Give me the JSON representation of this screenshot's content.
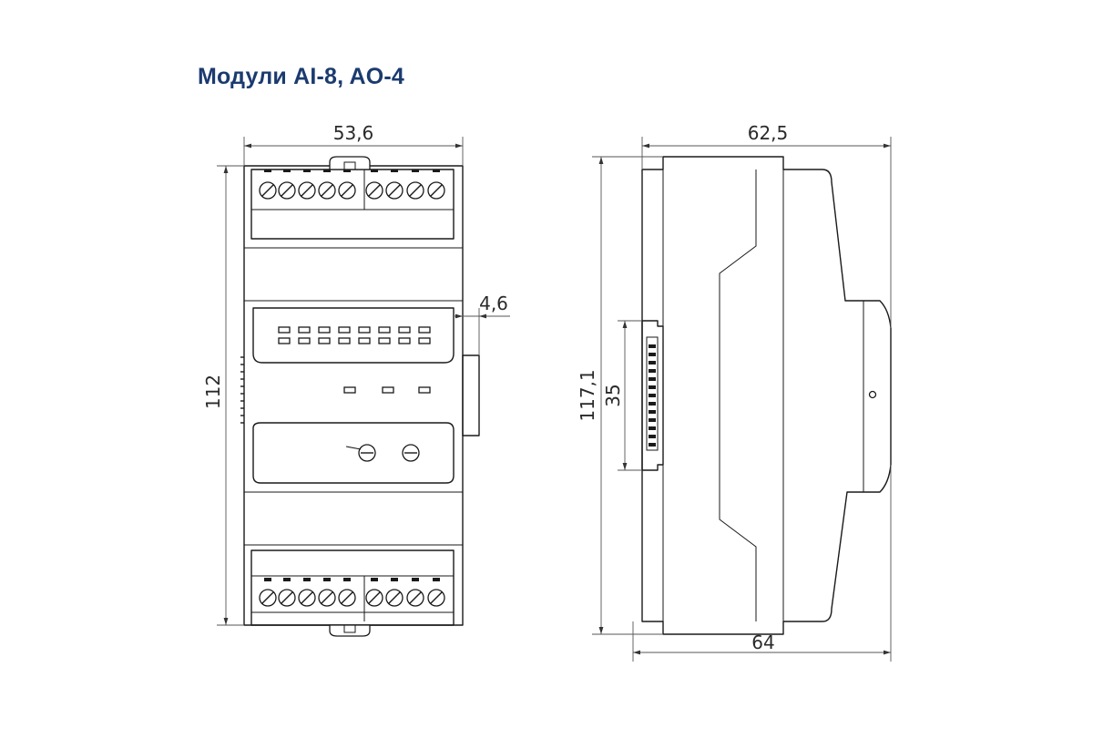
{
  "title": "Модули AI-8, AO-4",
  "dimensions": {
    "front_width": "53,6",
    "front_height": "112",
    "side_protrusion": "4,6",
    "side_depth_top": "62,5",
    "side_height": "117,1",
    "rail_height": "35",
    "side_depth_bottom": "64"
  }
}
